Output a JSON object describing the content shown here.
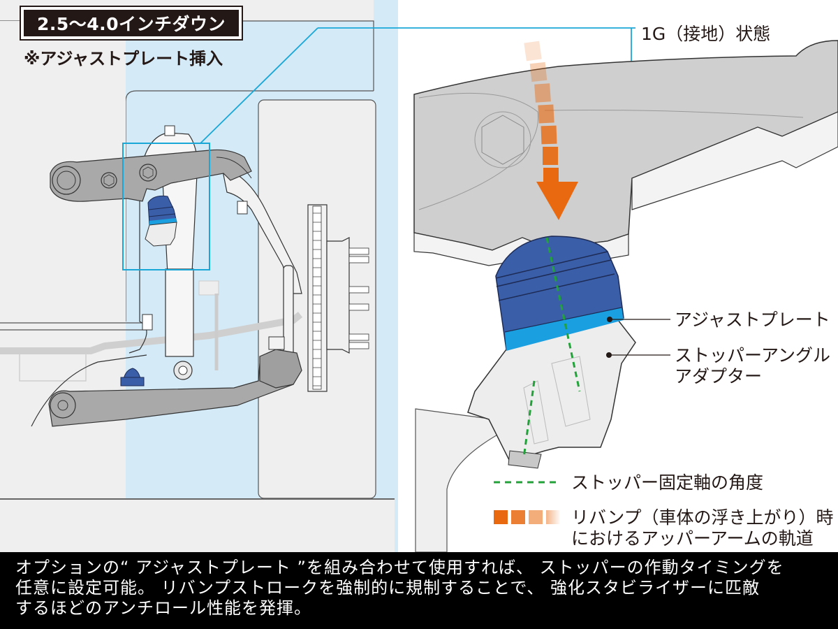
{
  "header": {
    "badge": "2.5〜4.0インチダウン",
    "note": "※アジャストプレート挿入"
  },
  "callouts": {
    "state": "1G（接地）状態",
    "adjust_plate": "アジャストプレート",
    "stopper_adapter_line1": "ストッパーアングル",
    "stopper_adapter_line2": "アダプター"
  },
  "legend": {
    "axis_angle": "ストッパー固定軸の角度",
    "rebound_line1": "リバンプ（車体の浮き上がり）時",
    "rebound_line2": "におけるアッパーアームの軌道"
  },
  "caption": {
    "line1": "オプションの“ アジャストプレート ”を組み合わせて使用すれば、 ストッパーの作動タイミングを",
    "line2": "任意に設定可能。 リバンプストロークを強制的に規制することで、 強化スタビライザーに匹敵",
    "line3": "するほどのアンチロール性能を発揮。"
  },
  "colors": {
    "bump_stop_blue": "#3a5ea8",
    "adjust_plate_cyan": "#1aa0e0",
    "leader_cyan": "#19a7d8",
    "rebound_orange": "#e8690f",
    "axis_green": "#22a33a",
    "arm_gray": "#b3b3b3",
    "panel_blue": "#d4eaf7"
  }
}
